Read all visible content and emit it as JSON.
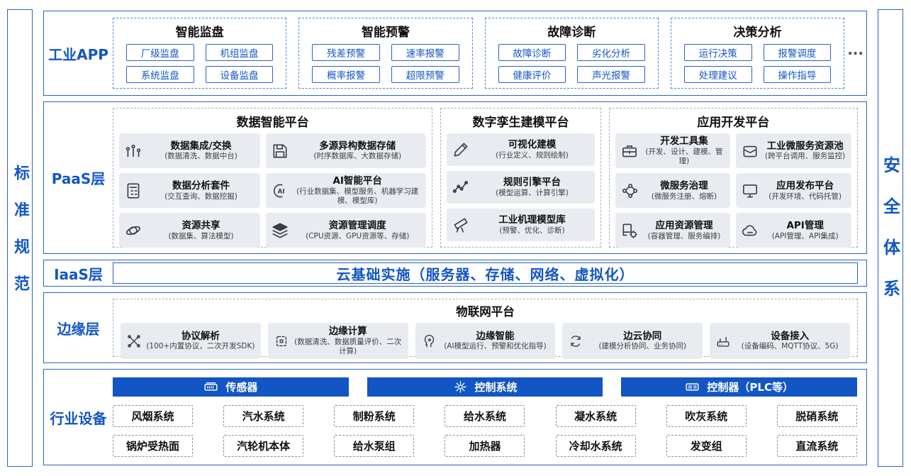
{
  "colors": {
    "primary_blue": "#1356c5",
    "header_bar_blue": "#1255c4",
    "item_gray": "#e8ebef"
  },
  "sidebars": {
    "left": "标准规范",
    "right": "安全体系"
  },
  "app_layer": {
    "label": "工业APP",
    "ellipsis": "...",
    "groups": [
      {
        "title": "智能监盘",
        "items": [
          "厂级监盘",
          "机组监盘",
          "系统监盘",
          "设备监盘"
        ]
      },
      {
        "title": "智能预警",
        "items": [
          "残差预警",
          "速率报警",
          "概率报警",
          "超限预警"
        ]
      },
      {
        "title": "故障诊断",
        "items": [
          "故障诊断",
          "劣化分析",
          "健康评价",
          "声光报警"
        ]
      },
      {
        "title": "决策分析",
        "items": [
          "运行决策",
          "报警调度",
          "处理建议",
          "操作指导"
        ]
      }
    ]
  },
  "paas_layer": {
    "label": "PaaS层",
    "platforms": [
      {
        "title": "数据智能平台",
        "items": [
          {
            "icon": "data-integration-icon",
            "title": "数据集成/交换",
            "subtitle": "(数据清洗、数据中台)"
          },
          {
            "icon": "storage-icon",
            "title": "多源异构数据存储",
            "subtitle": "(时序数据库、大数据存储)"
          },
          {
            "icon": "analysis-suite-icon",
            "title": "数据分析套件",
            "subtitle": "(交互查询、数据挖掘)"
          },
          {
            "icon": "ai-platform-icon",
            "title": "AI智能平台",
            "subtitle": "(行业数据集、模型服务、机器学习建模、模型库)"
          },
          {
            "icon": "resource-share-icon",
            "title": "资源共享",
            "subtitle": "(数据集、算法模型)"
          },
          {
            "icon": "resource-schedule-icon",
            "title": "资源管理调度",
            "subtitle": "(CPU资源、GPU资源等、存储)"
          }
        ]
      },
      {
        "title": "数字孪生建模平台",
        "items": [
          {
            "icon": "visual-modeling-icon",
            "title": "可视化建模",
            "subtitle": "(行业定义、规则绘制)"
          },
          {
            "icon": "rule-engine-icon",
            "title": "规则引擎平台",
            "subtitle": "(模型运算、计算引擎)"
          },
          {
            "icon": "model-library-icon",
            "title": "工业机理模型库",
            "subtitle": "(预警、优化、诊断)"
          }
        ]
      },
      {
        "title": "应用开发平台",
        "items": [
          {
            "icon": "dev-tools-icon",
            "title": "开发工具集",
            "subtitle": "(开发、设计、建模、管理)"
          },
          {
            "icon": "microservice-pool-icon",
            "title": "工业微服务资源池",
            "subtitle": "(跨平台调用、服务监控)"
          },
          {
            "icon": "microservice-governance-icon",
            "title": "微服务治理",
            "subtitle": "(微服务注册、熔断)"
          },
          {
            "icon": "app-publish-icon",
            "title": "应用发布平台",
            "subtitle": "(开发环境、代码托管)"
          },
          {
            "icon": "app-resource-icon",
            "title": "应用资源管理",
            "subtitle": "(容器管理、服务编排)"
          },
          {
            "icon": "api-icon",
            "title": "API管理",
            "subtitle": "(API管理、API集成)"
          }
        ]
      }
    ]
  },
  "iaas_layer": {
    "label": "IaaS层",
    "content": "云基础实施（服务器、存储、网络、虚拟化）"
  },
  "edge_layer": {
    "label": "边缘层",
    "title": "物联网平台",
    "items": [
      {
        "icon": "protocol-icon",
        "title": "协议解析",
        "subtitle": "(100+内置协议，二次开发SDK)"
      },
      {
        "icon": "edge-computing-icon",
        "title": "边缘计算",
        "subtitle": "(数据清洗、数据质量评价、二次计算)"
      },
      {
        "icon": "edge-ai-icon",
        "title": "边缘智能",
        "subtitle": "(AI模型运行、预警和优化指导)"
      },
      {
        "icon": "cloud-sync-icon",
        "title": "边云协同",
        "subtitle": "(建模分析协同、业务协同)"
      },
      {
        "icon": "device-access-icon",
        "title": "设备接入",
        "subtitle": "(设备编码、MQTT协议、5G)"
      }
    ]
  },
  "device_layer": {
    "label": "行业设备",
    "headers": [
      {
        "icon": "sensor-icon",
        "title": "传感器"
      },
      {
        "icon": "control-system-icon",
        "title": "控制系统"
      },
      {
        "icon": "plc-icon",
        "title": "控制器（PLC等）"
      }
    ],
    "rows": [
      [
        "风烟系统",
        "汽水系统",
        "制粉系统",
        "给水系统",
        "凝水系统",
        "吹灰系统",
        "脱硝系统"
      ],
      [
        "锅炉受热面",
        "汽轮机本体",
        "给水泵组",
        "加热器",
        "冷却水系统",
        "发变组",
        "直流系统"
      ]
    ]
  }
}
